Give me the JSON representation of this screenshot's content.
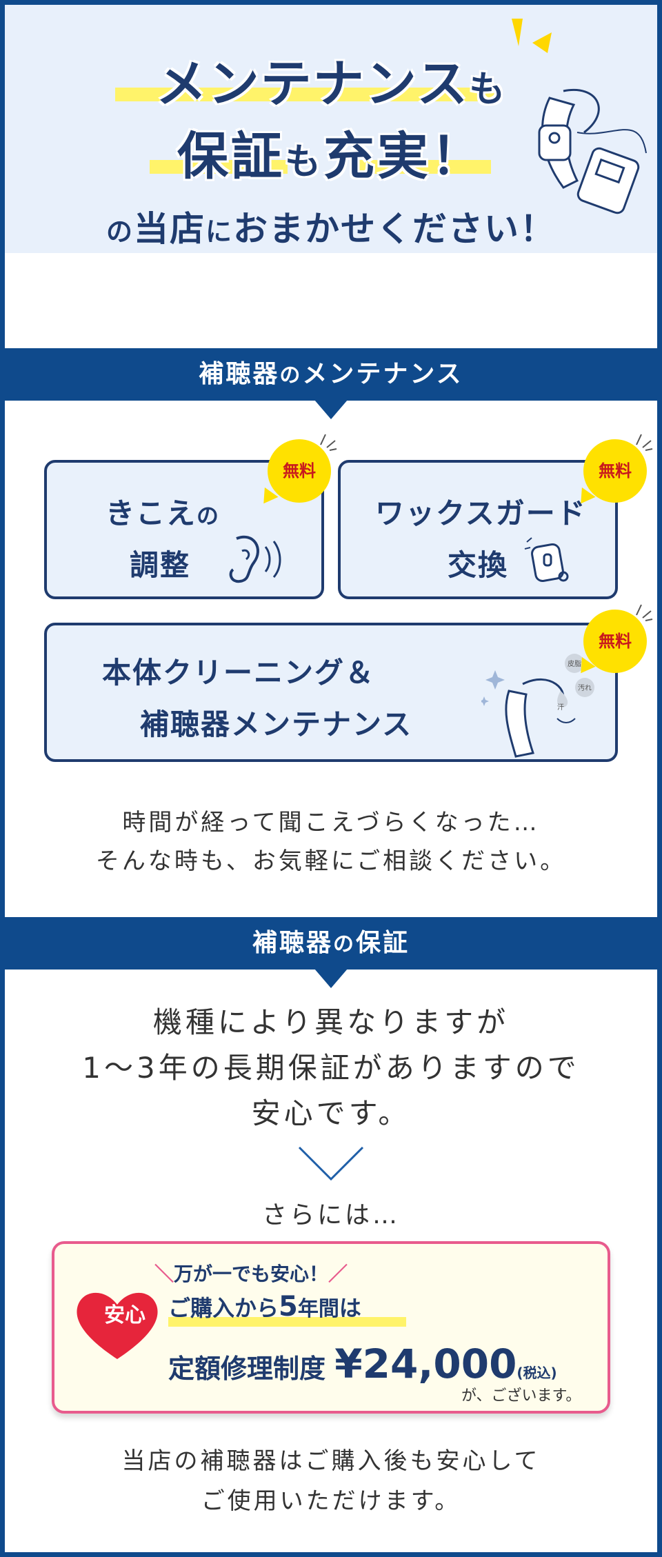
{
  "hero": {
    "line1_main": "メンテナンス",
    "line1_small": "も",
    "line2_a": "保証",
    "line2_small": "も",
    "line2_b": "充実！",
    "line3_small": "の",
    "line3_main": "当店",
    "line3_small2": "に",
    "line3_rest": "おまかせください！"
  },
  "maintenance": {
    "bar_title_a": "補聴器",
    "bar_title_small": "の",
    "bar_title_b": "メンテナンス",
    "badge": "無料",
    "card1_line1_a": "きこえ",
    "card1_line1_small": "の",
    "card1_line2": "調整",
    "card2_line1": "ワックスガード",
    "card2_line2": "交換",
    "card3_line1": "本体クリーニング＆",
    "card3_line2": "補聴器メンテナンス",
    "tag_sebum": "皮脂",
    "tag_dirt": "汚れ",
    "tag_sweat": "汗",
    "note_line1": "時間が経って聞こえづらくなった…",
    "note_line2": "そんな時も、お気軽にご相談ください。"
  },
  "warranty": {
    "bar_title_a": "補聴器",
    "bar_title_small": "の",
    "bar_title_b": "保証",
    "line1": "機種により異なりますが",
    "line2": "1～3年の長期保証がありますので",
    "line3": "安心です。",
    "more": "さらには…",
    "box_heart": "安心",
    "box_top": "万が一でも安心！",
    "box_line1_a": "ご購入から",
    "box_line1_b": "5",
    "box_line1_c": "年間",
    "box_line1_d": "は",
    "box_line2_a": "定額修理制度",
    "box_line2_price": "¥24,000",
    "box_line2_tax": "(税込)",
    "box_line3": "が、ございます。",
    "footer_line1": "当店の補聴器はご購入後も安心して",
    "footer_line2": "ご使用いただけます。"
  },
  "colors": {
    "navy": "#0f4a8c",
    "text_navy": "#1f3b6e",
    "hero_bg": "#e8f0fb",
    "highlight": "#fff36a",
    "badge_yellow": "#ffe100",
    "badge_red": "#c8191e",
    "pink": "#e85b8d"
  }
}
